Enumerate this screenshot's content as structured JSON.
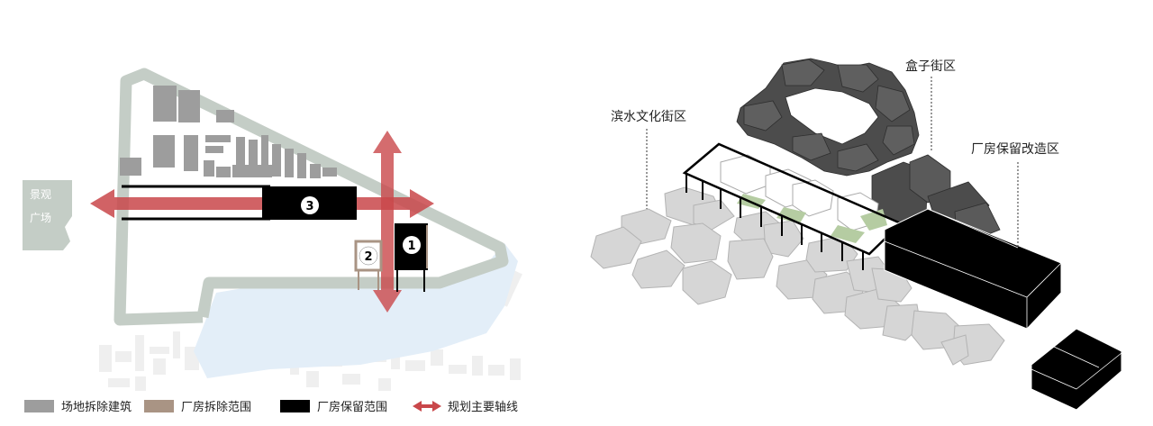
{
  "site_plan": {
    "plaza_label_line1": "景观",
    "plaza_label_line2": "广场",
    "zones": [
      {
        "number": "1"
      },
      {
        "number": "2"
      },
      {
        "number": "3"
      }
    ]
  },
  "legend": {
    "items": [
      {
        "label": "场地拆除建筑",
        "color": "#9d9d9d"
      },
      {
        "label": "厂房拆除范围",
        "color": "#a99484"
      },
      {
        "label": "厂房保留范围",
        "color": "#000000"
      },
      {
        "label": "规划主要轴线",
        "color": "#c9474a"
      }
    ]
  },
  "axon": {
    "labels": {
      "waterfront": "滨水文化街区",
      "box_street": "盒子街区",
      "factory_renovation": "厂房保留改造区"
    }
  },
  "colors": {
    "boundary": "#c4cdc6",
    "water": "#e3eef8",
    "axis": "#c9474a",
    "demolish_building": "#9d9d9d",
    "demolish_factory": "#a99484",
    "keep_factory": "#000000",
    "box_dark": "#4c4c4c",
    "context_grey": "#d6d6d6",
    "green": "#b5cca2"
  }
}
